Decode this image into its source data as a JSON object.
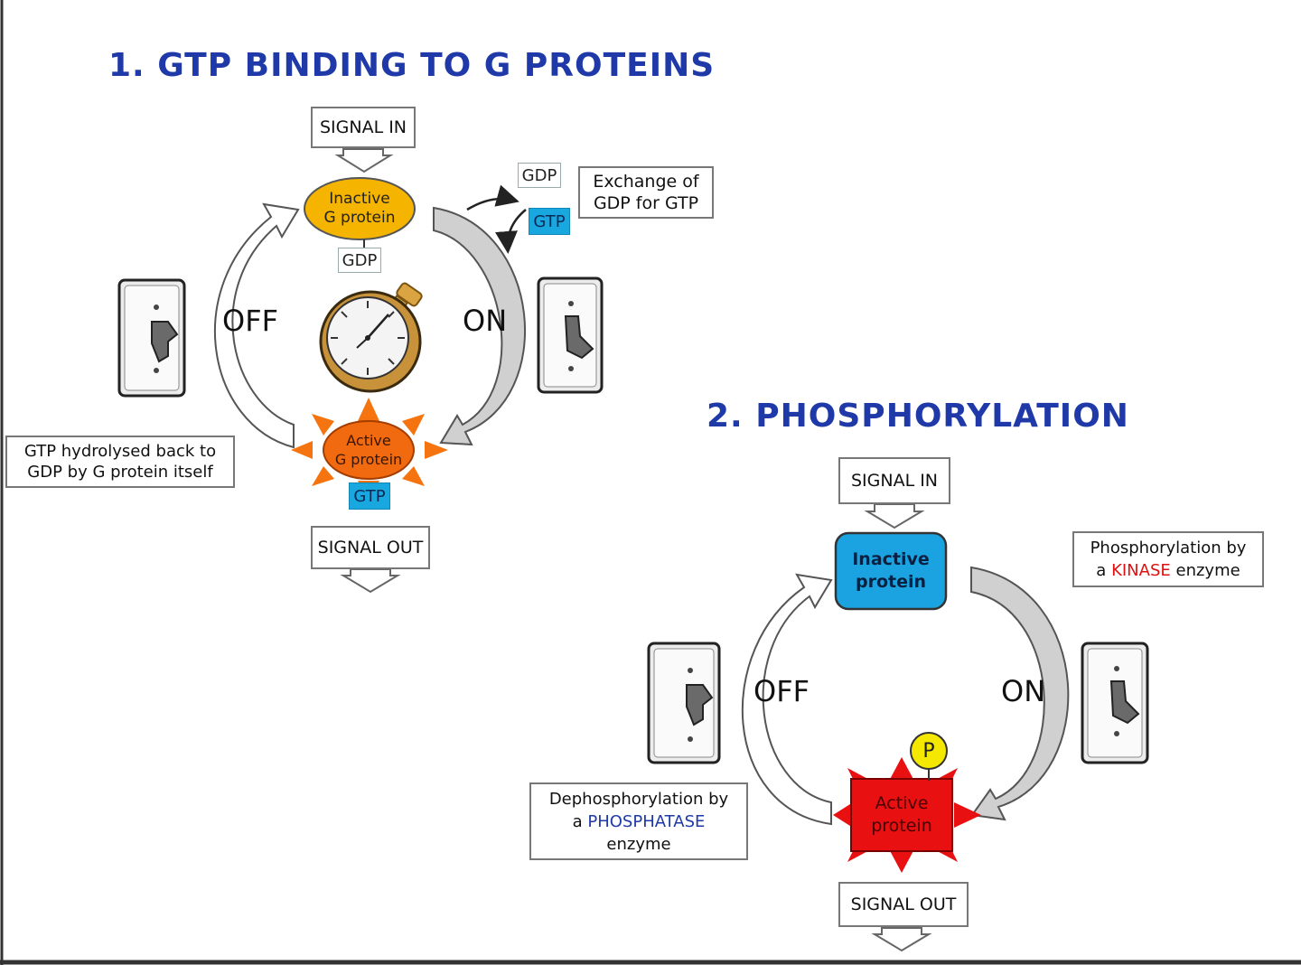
{
  "section1": {
    "title": "1. GTP BINDING TO G PROTEINS",
    "signal_in": "SIGNAL IN",
    "signal_out": "SIGNAL OUT",
    "inactive_node": {
      "line1": "Inactive",
      "line2": "G protein"
    },
    "active_node": {
      "line1": "Active",
      "line2": "G protein"
    },
    "gdp_label": "GDP",
    "gtp_label": "GTP",
    "exchange_gdp": "GDP",
    "exchange_gtp": "GTP",
    "exchange_note": {
      "line1": "Exchange of",
      "line2": "GDP for GTP"
    },
    "hydrolysis_note": {
      "line1": "GTP hydrolysed back to",
      "line2": "GDP by G protein itself"
    },
    "off_label": "OFF",
    "on_label": "ON",
    "icons": [
      "stopwatch-icon",
      "light-switch-off-icon",
      "light-switch-on-icon"
    ]
  },
  "section2": {
    "title": "2. PHOSPHORYLATION",
    "signal_in": "SIGNAL IN",
    "signal_out": "SIGNAL OUT",
    "inactive_node": {
      "line1": "Inactive",
      "line2": "protein"
    },
    "active_node": {
      "line1": "Active",
      "line2": "protein"
    },
    "phosphate_label": "P",
    "kinase_note": {
      "pre": "Phosphorylation by",
      "article": "a",
      "enzyme": "KINASE",
      "post": "enzyme"
    },
    "phosphatase_note": {
      "pre": "Dephosphorylation by",
      "article": "a",
      "enzyme": "PHOSPHATASE",
      "post": "enzyme"
    },
    "off_label": "OFF",
    "on_label": "ON",
    "icons": [
      "light-switch-off-icon",
      "light-switch-on-icon"
    ]
  },
  "colors": {
    "title": "#1f3aa8",
    "inactive_g_protein": "#f5b400",
    "active_g_protein": "#f26a10",
    "gtp_tag": "#19a7e0",
    "inactive_protein": "#1aa3e0",
    "active_protein": "#e81010",
    "phosphate": "#f5e800",
    "kinase_text": "#e01010",
    "phosphatase_text": "#1f3aa8"
  }
}
